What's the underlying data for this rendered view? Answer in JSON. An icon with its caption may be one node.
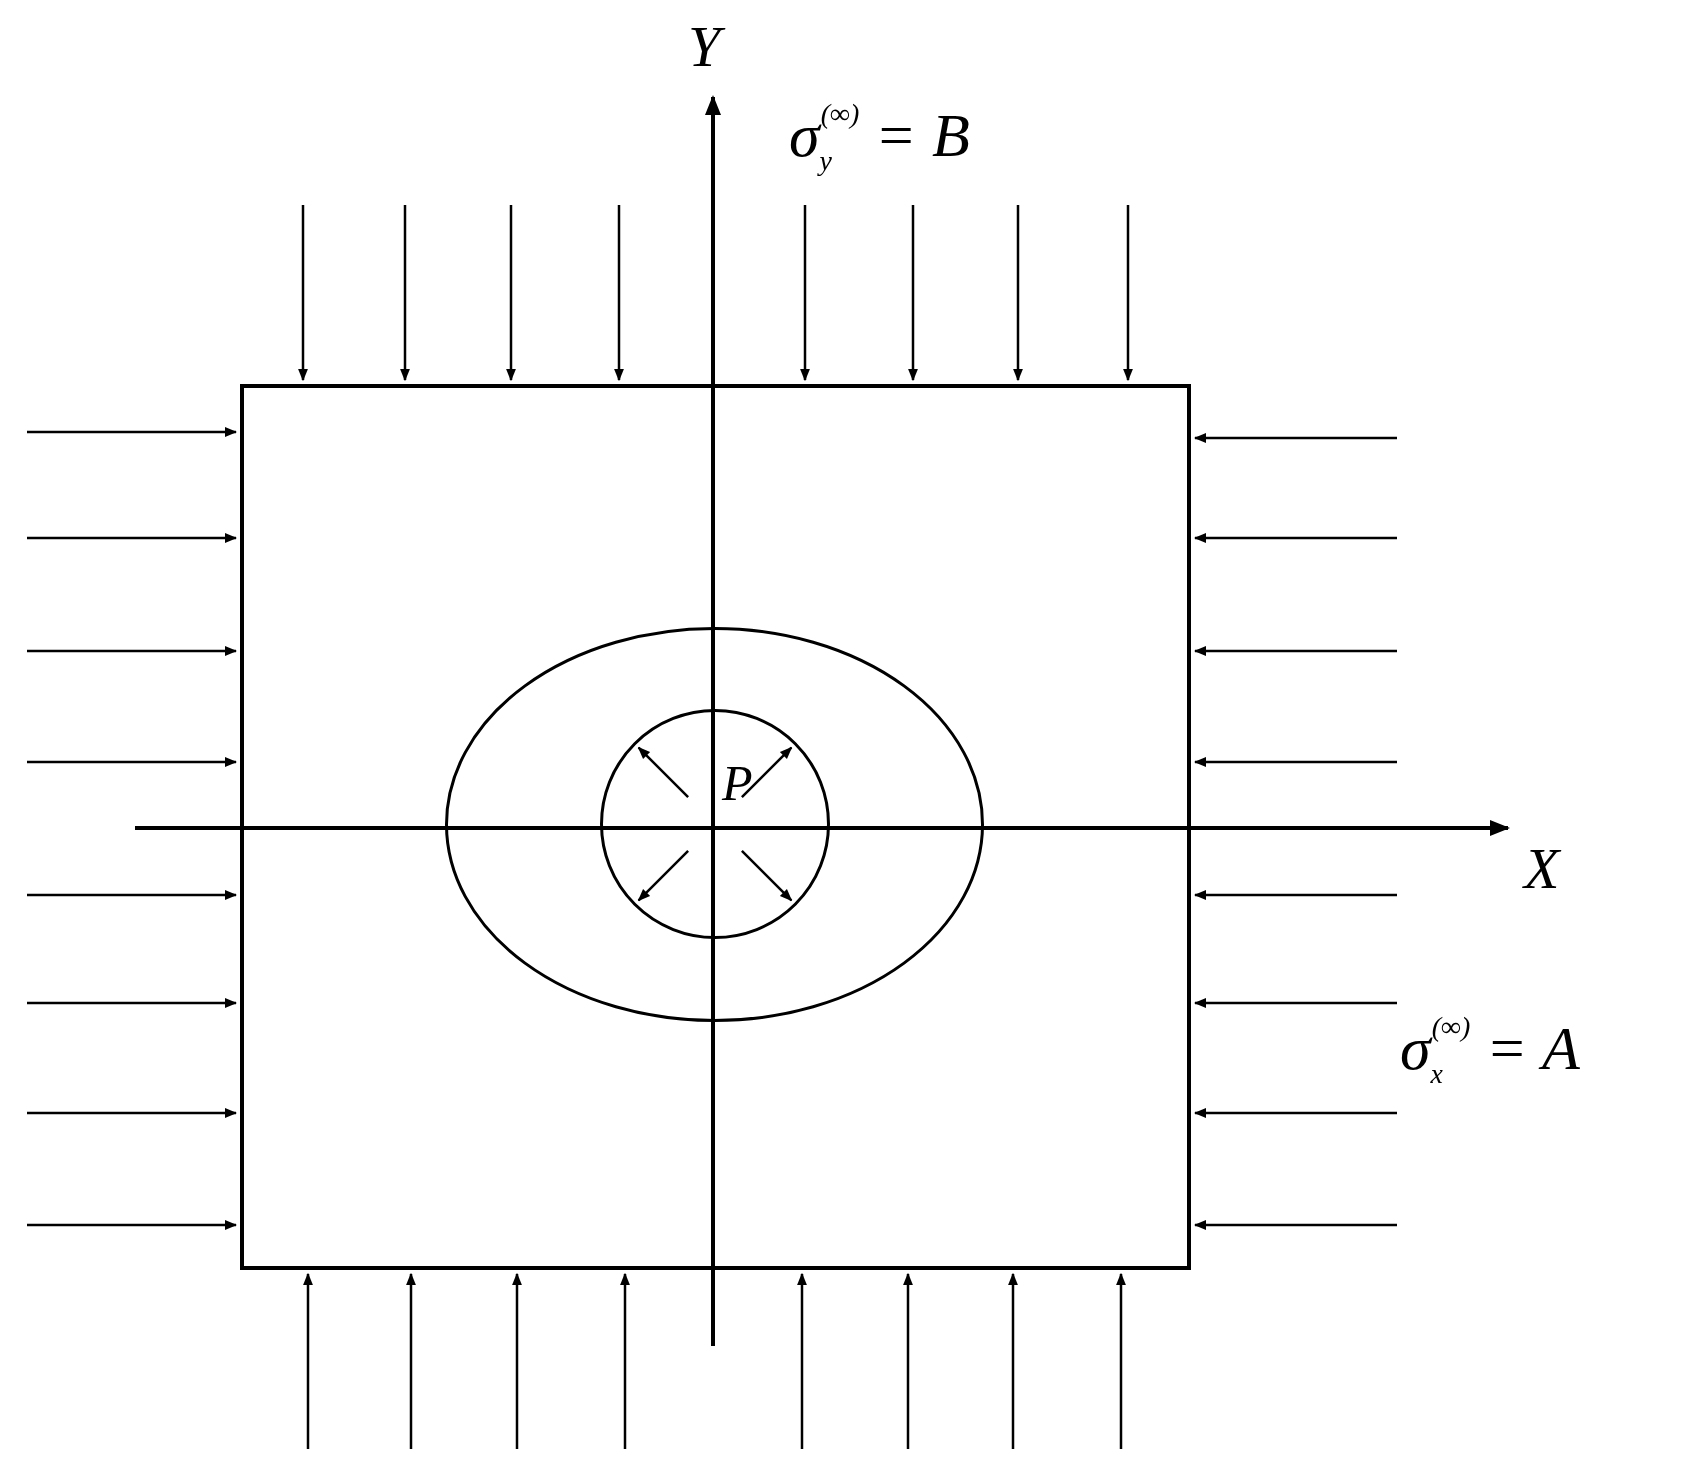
{
  "diagram": {
    "nodes": [
      {
        "text": [],
        "shape": "box"
      },
      {
        "text": [],
        "shape": "ellipse",
        "in": 0
      },
      {
        "text": [
          "P"
        ],
        "in": 1
      }
    ],
    "labels": [
      "Y",
      "σ$_{y}$$^{(∞)}$ = B",
      "X",
      "σ$_{x}$$^{(∞)}$ = A"
    ]
  }
}
